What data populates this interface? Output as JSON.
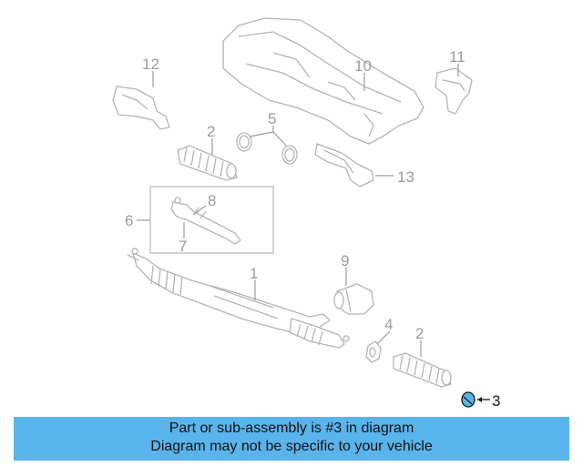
{
  "diagram": {
    "callouts": {
      "c1": "1",
      "c2a": "2",
      "c2b": "2",
      "c3": "3",
      "c4": "4",
      "c5": "5",
      "c6": "6",
      "c7": "7",
      "c8": "8",
      "c9": "9",
      "c10": "10",
      "c11": "11",
      "c12": "12",
      "c13": "13"
    },
    "highlight_part": "3",
    "colors": {
      "line_art": "#b4b4b4",
      "callout_text": "#9a9a9a",
      "highlight_fill": "#5ab4ec",
      "banner_bg": "#5ab4ec"
    }
  },
  "banner": {
    "line1": "Part or sub-assembly is #3 in diagram",
    "line2": "Diagram may not be specific to your vehicle"
  }
}
